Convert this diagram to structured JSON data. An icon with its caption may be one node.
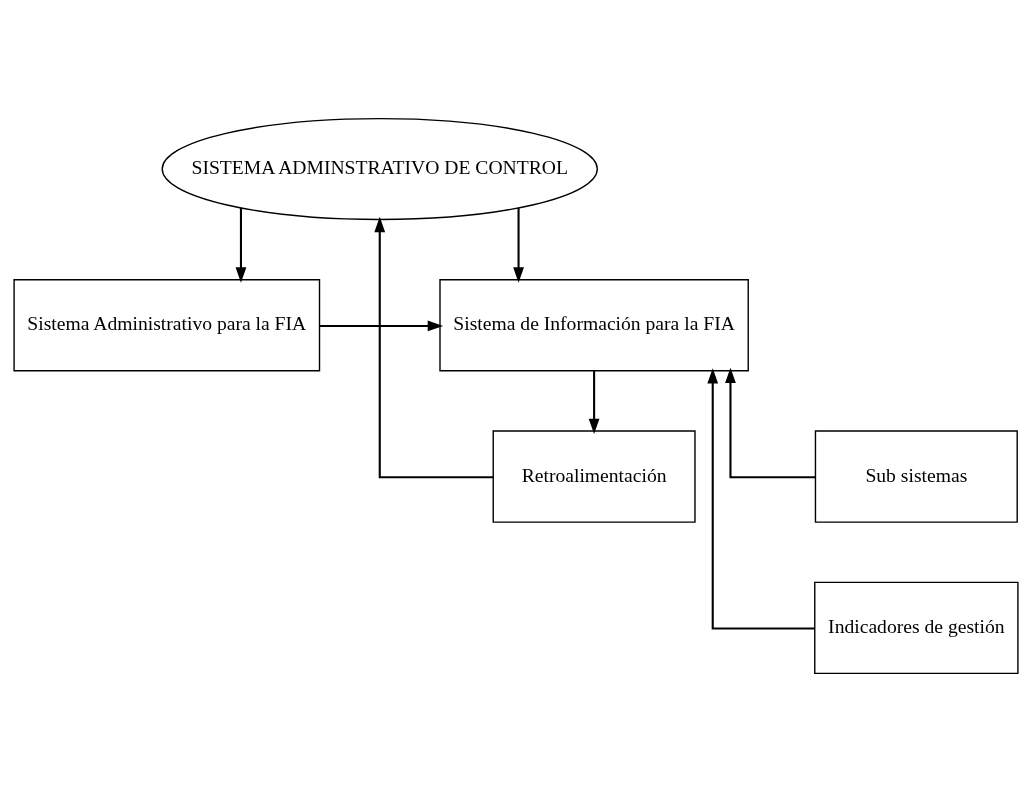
{
  "diagram": {
    "nodes": [
      {
        "text": [
          "SISTEMA ADMINSTRATIVO DE CONTROL"
        ]
      },
      {
        "text": [
          "Sistema Administrativo para la FIA"
        ]
      },
      {
        "text": [
          "Sistema de Información para la FIA"
        ]
      },
      {
        "text": [
          "Sub sistemas"
        ]
      },
      {
        "text": [
          "Indicadores de gestión"
        ]
      },
      {
        "text": [
          "Retroalimentación"
        ]
      }
    ],
    "edges": [
      {
        "from": 0,
        "to": 1,
        "arrow": "to"
      },
      {
        "from": 0,
        "to": 2,
        "arrow": "to"
      },
      {
        "from": 1,
        "to": 2,
        "arrow": "to"
      },
      {
        "from": 3,
        "to": 2,
        "arrow": "to"
      },
      {
        "from": 4,
        "to": 2,
        "arrow": "to"
      },
      {
        "from": 2,
        "to": 5,
        "arrow": "to"
      },
      {
        "from": 5,
        "to": 0,
        "arrow": "to"
      }
    ]
  }
}
